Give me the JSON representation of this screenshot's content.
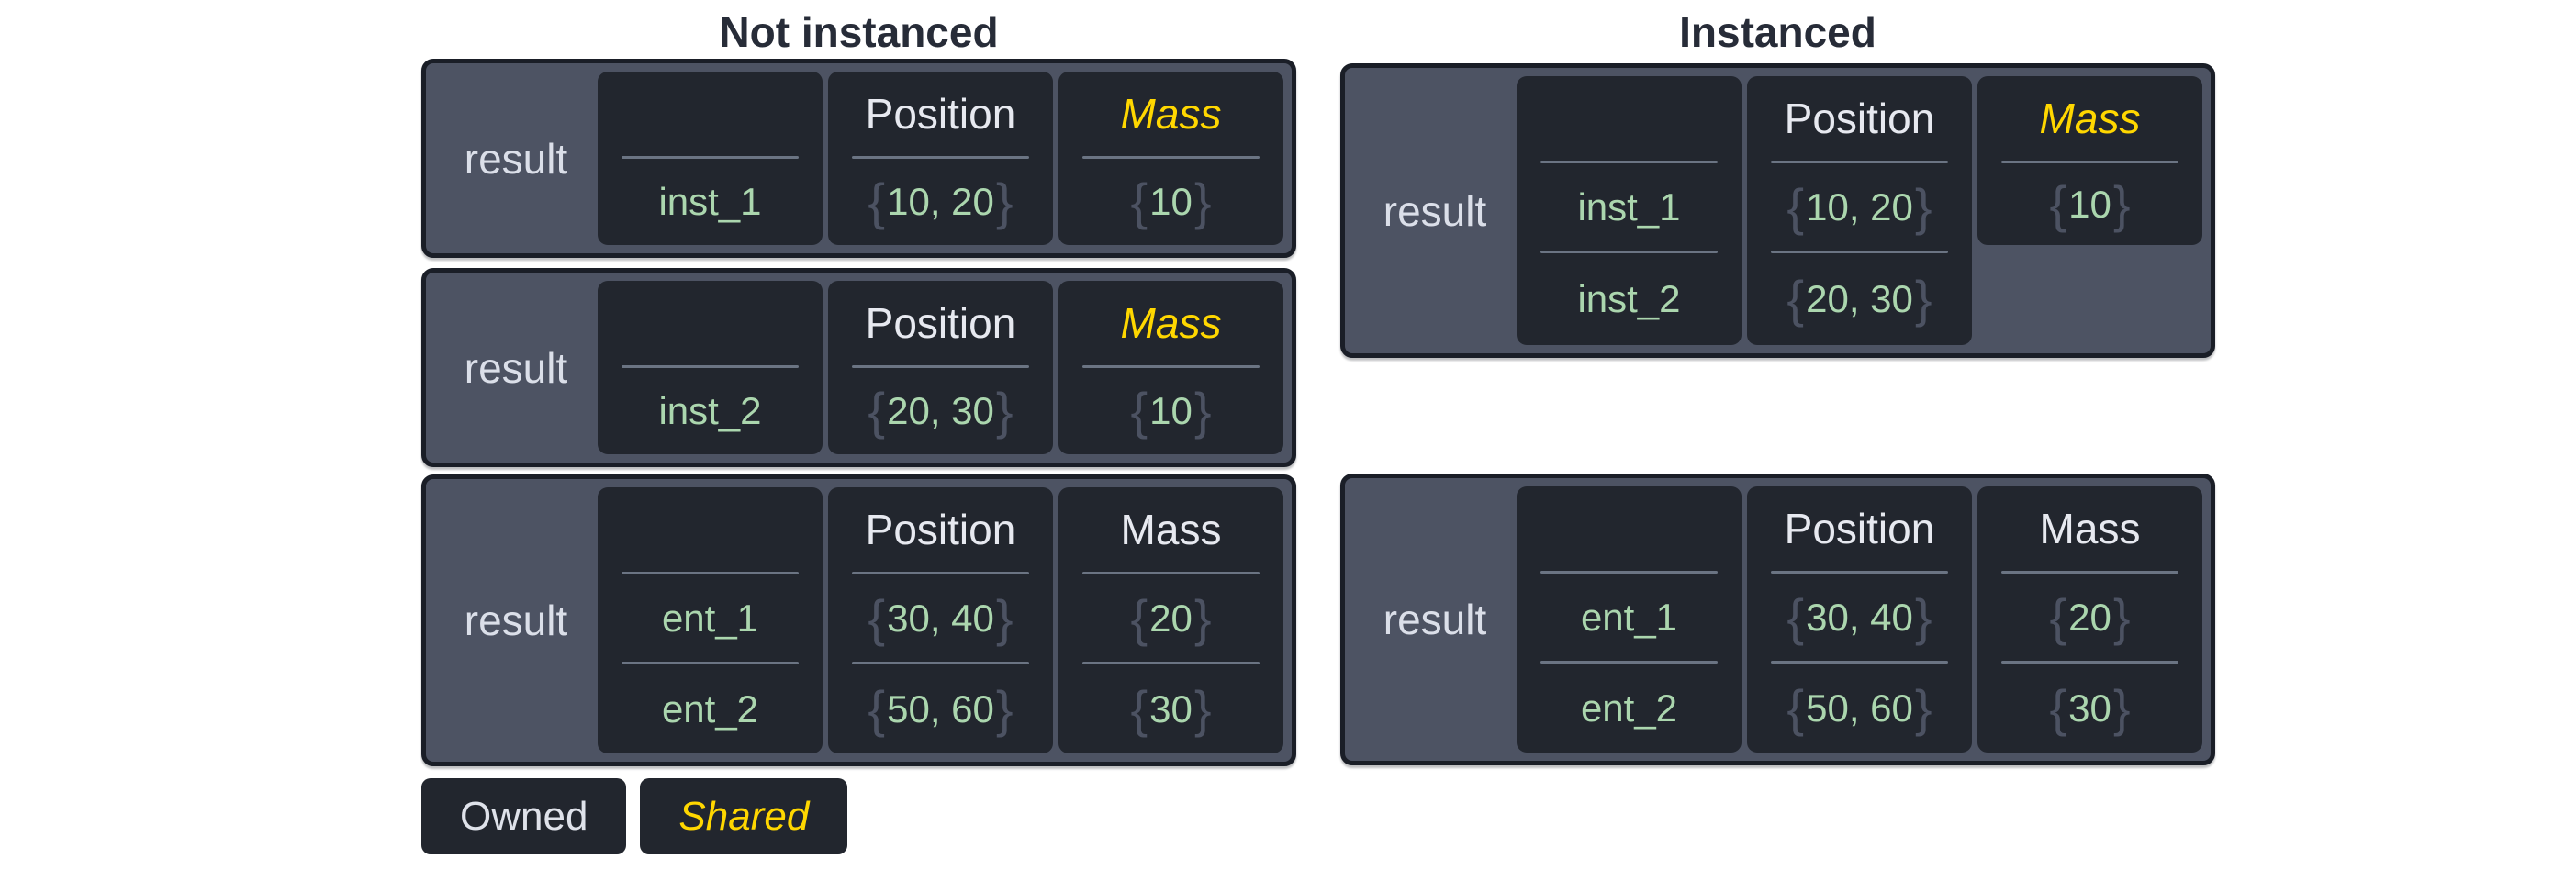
{
  "titles": {
    "left": "Not instanced",
    "right": "Instanced"
  },
  "braces": {
    "open": "{",
    "close": "}"
  },
  "colors": {
    "background": "#ffffff",
    "title_text": "#272c38",
    "box_background": "#4d5363",
    "box_border": "#1a1e27",
    "cell_background": "#22262e",
    "divider": "#6b7483",
    "label_text": "#dbdfe9",
    "header_text": "#e7e9f0",
    "shared_yellow": "#ffd700",
    "value_green": "#abd6ae",
    "brace_gray": "#4c5262"
  },
  "tables": [
    {
      "label": "result",
      "columns": [
        {
          "header": "",
          "rows": [
            {
              "text": "inst_1"
            }
          ]
        },
        {
          "header": "Position",
          "rows": [
            {
              "text": "10, 20"
            }
          ]
        },
        {
          "header": "Mass",
          "shared": true,
          "rows": [
            {
              "text": "10"
            }
          ]
        }
      ]
    },
    {
      "label": "result",
      "columns": [
        {
          "header": "",
          "rows": [
            {
              "text": "inst_2"
            }
          ]
        },
        {
          "header": "Position",
          "rows": [
            {
              "text": "20, 30"
            }
          ]
        },
        {
          "header": "Mass",
          "shared": true,
          "rows": [
            {
              "text": "10"
            }
          ]
        }
      ]
    },
    {
      "label": "result",
      "columns": [
        {
          "header": "",
          "rows": [
            {
              "text": "ent_1"
            },
            {
              "text": "ent_2"
            }
          ]
        },
        {
          "header": "Position",
          "rows": [
            {
              "text": "30, 40"
            },
            {
              "text": "50, 60"
            }
          ]
        },
        {
          "header": "Mass",
          "shared": false,
          "rows": [
            {
              "text": "20"
            },
            {
              "text": "30"
            }
          ]
        }
      ]
    },
    {
      "label": "result",
      "columns": [
        {
          "header": "",
          "rows": [
            {
              "text": "inst_1"
            },
            {
              "text": "inst_2"
            }
          ]
        },
        {
          "header": "Position",
          "rows": [
            {
              "text": "10, 20"
            },
            {
              "text": "20, 30"
            }
          ]
        },
        {
          "header": "Mass",
          "shared": true,
          "rows": [
            {
              "text": "10"
            }
          ]
        }
      ]
    },
    {
      "label": "result",
      "columns": [
        {
          "header": "",
          "rows": [
            {
              "text": "ent_1"
            },
            {
              "text": "ent_2"
            }
          ]
        },
        {
          "header": "Position",
          "rows": [
            {
              "text": "30, 40"
            },
            {
              "text": "50, 60"
            }
          ]
        },
        {
          "header": "Mass",
          "shared": false,
          "rows": [
            {
              "text": "20"
            },
            {
              "text": "30"
            }
          ]
        }
      ]
    }
  ],
  "legend": {
    "owned": "Owned",
    "shared": "Shared"
  }
}
